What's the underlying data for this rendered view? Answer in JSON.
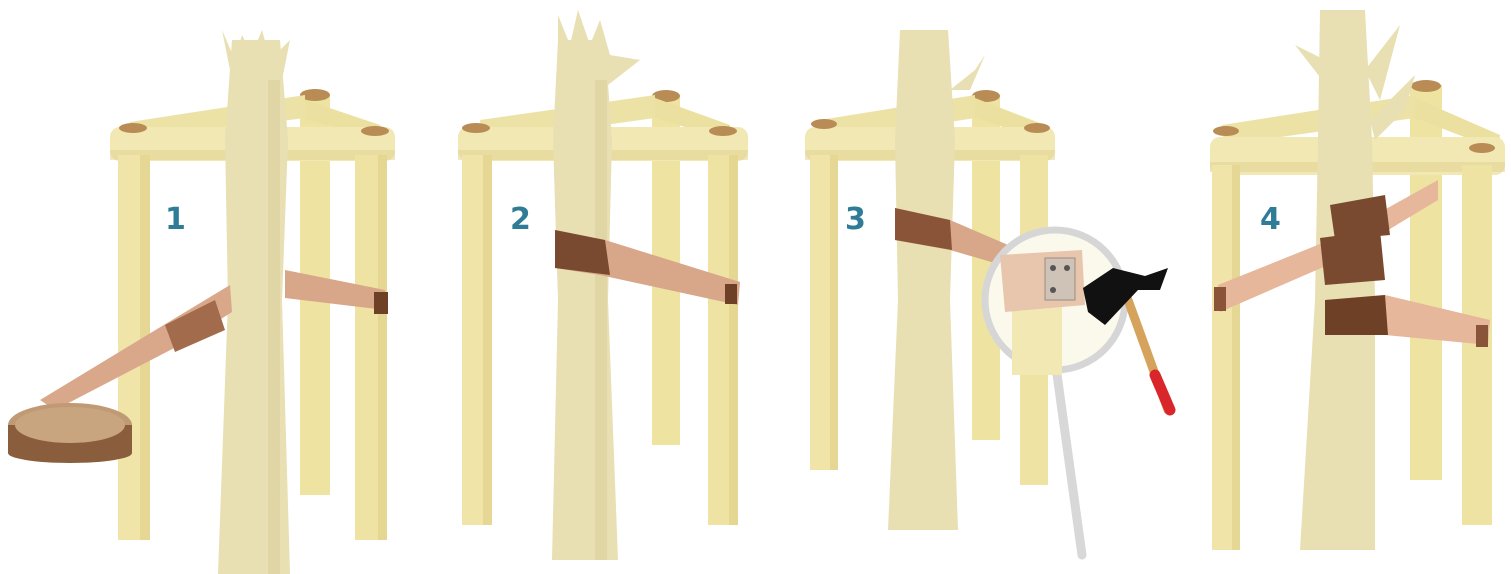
{
  "steps": [
    {
      "number": "1"
    },
    {
      "number": "2"
    },
    {
      "number": "3"
    },
    {
      "number": "4"
    }
  ],
  "colors": {
    "stake": "#f1e6ac",
    "stake_shadow": "#dccb80",
    "stake_top": "#b98c55",
    "trunk": "#e9e0b4",
    "trunk_shadow": "#cfc38c",
    "strap_light": "#d9a88a",
    "strap_dark": "#7a4a30",
    "number": "#2e7c95",
    "hammer_handle": "#d6a35c",
    "hammer_grip": "#d8262a",
    "hammer_head": "#111111"
  },
  "icons": [
    "tree-trunk",
    "stakes",
    "tree-tie-strap",
    "strap-roll",
    "magnifier",
    "hammer",
    "nail-plate"
  ]
}
